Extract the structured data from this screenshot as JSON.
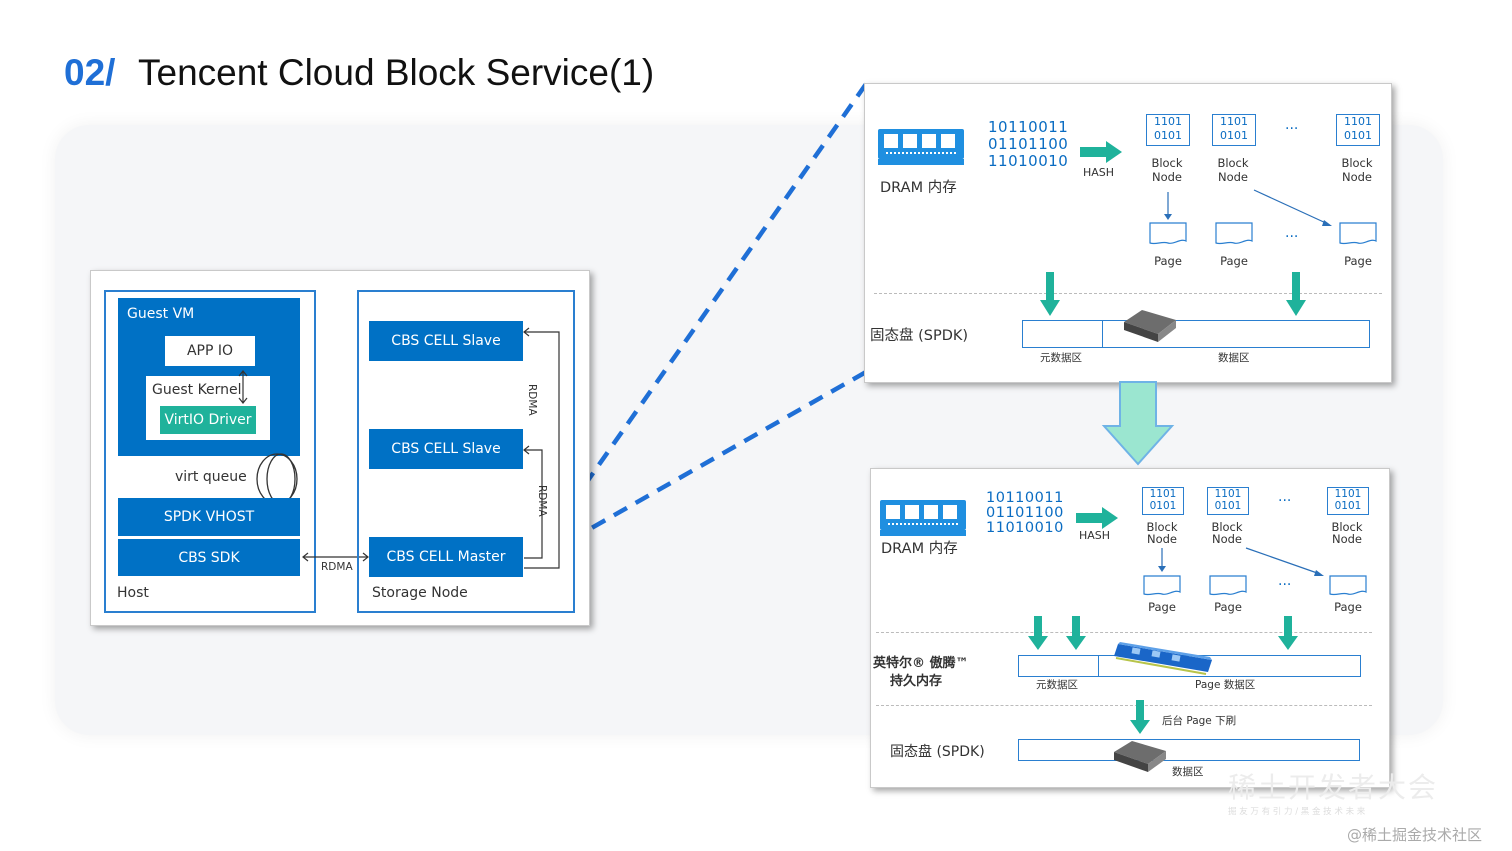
{
  "slide": {
    "number": "02/",
    "title": "Tencent Cloud Block Service(1)"
  },
  "left_diagram": {
    "guest_vm": "Guest VM",
    "app_io": "APP IO",
    "guest_kernel": "Guest Kernel",
    "virtio_driver": "VirtIO Driver",
    "virt_queue": "virt queue",
    "spdk_vhost": "SPDK VHOST",
    "cbs_sdk": "CBS SDK",
    "host": "Host",
    "rdma_link": "RDMA",
    "cbs_cell_slave_1": "CBS CELL Slave",
    "cbs_cell_slave_2": "CBS CELL Slave",
    "cbs_cell_master": "CBS CELL Master",
    "storage_node": "Storage Node",
    "rdma_vertical_1": "RDMA",
    "rdma_vertical_2": "RDMA"
  },
  "top_card": {
    "dram_label": "DRAM 内存",
    "bits": [
      "10110011",
      "01101100",
      "11010010"
    ],
    "hash": "HASH",
    "nodes": [
      {
        "bits": [
          "1101",
          "0101"
        ],
        "label": [
          "Block",
          "Node"
        ]
      },
      {
        "bits": [
          "1101",
          "0101"
        ],
        "label": [
          "Block",
          "Node"
        ]
      },
      {
        "bits": [
          "1101",
          "0101"
        ],
        "label": [
          "Block",
          "Node"
        ]
      }
    ],
    "ellipsis": "...",
    "page_label": "Page",
    "ssd_label": "固态盘 (SPDK)",
    "meta_area": "元数据区",
    "data_area": "数据区"
  },
  "bottom_card": {
    "dram_label": "DRAM 内存",
    "bits": [
      "10110011",
      "01101100",
      "11010010"
    ],
    "hash": "HASH",
    "nodes": [
      {
        "bits": [
          "1101",
          "0101"
        ],
        "label": [
          "Block",
          "Node"
        ]
      },
      {
        "bits": [
          "1101",
          "0101"
        ],
        "label": [
          "Block",
          "Node"
        ]
      },
      {
        "bits": [
          "1101",
          "0101"
        ],
        "label": [
          "Block",
          "Node"
        ]
      }
    ],
    "ellipsis": "...",
    "page_label": "Page",
    "optane_label_1": "英特尔® 傲腾™",
    "optane_label_2": "持久内存",
    "meta_area": "元数据区",
    "page_data_area": "Page 数据区",
    "flush_label": "后台 Page 下刷",
    "ssd_label": "固态盘 (SPDK)",
    "data_area": "数据区"
  },
  "watermark": {
    "event": "稀土开发者大会",
    "sub": "掘 友 万 有 引 力 / 黑 金 技 术 未 来",
    "community": "@稀土掘金技术社区"
  },
  "colors": {
    "accent_blue": "#0071c5",
    "title_blue": "#1f6fd6",
    "teal": "#1fb29b",
    "dash_blue": "#1f6fd6"
  }
}
